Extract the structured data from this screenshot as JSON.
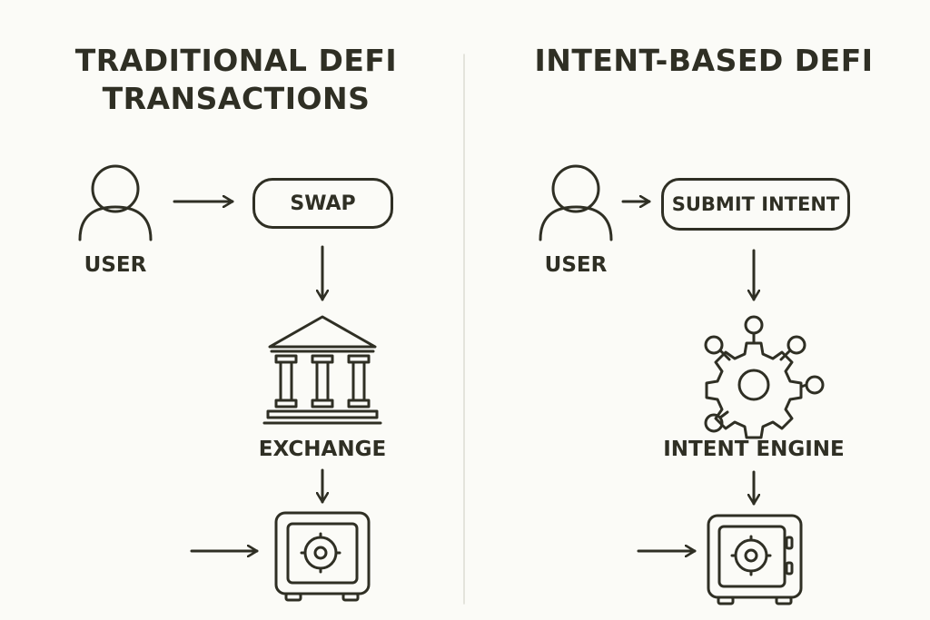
{
  "left_panel": {
    "title": "TRADITIONAL DEFI TRANSACTIONS",
    "user_label": "USER",
    "action_label": "SWAP",
    "exchange_label": "EXCHANGE",
    "icons": [
      "user-icon",
      "bank-icon",
      "safe-icon"
    ]
  },
  "right_panel": {
    "title": "INTENT-BASED DEFI",
    "user_label": "USER",
    "action_label": "SUBMIT INTENT",
    "engine_label": "INTENT ENGINE",
    "icons": [
      "user-icon",
      "gear-network-icon",
      "safe-icon"
    ]
  },
  "colors": {
    "ink": "#2f2f24",
    "background": "#fbfbf7",
    "divider": "#dcdcd4"
  }
}
